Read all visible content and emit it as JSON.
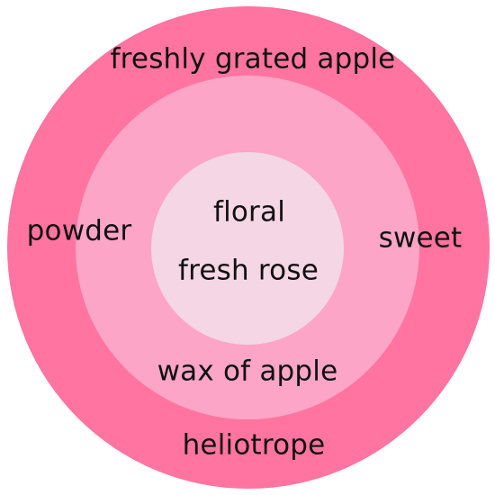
{
  "colors": {
    "outer_ring": "#ff74a0",
    "middle_ring": "#fca5c6",
    "inner_ring": "#f4d6e4"
  },
  "rings": {
    "outer": {
      "labels": [
        "freshly grated apple",
        "powder",
        "sweet",
        "heliotrope"
      ]
    },
    "middle": {
      "labels": [
        "wax of apple"
      ]
    },
    "inner": {
      "labels": [
        "floral",
        "fresh rose"
      ]
    }
  }
}
